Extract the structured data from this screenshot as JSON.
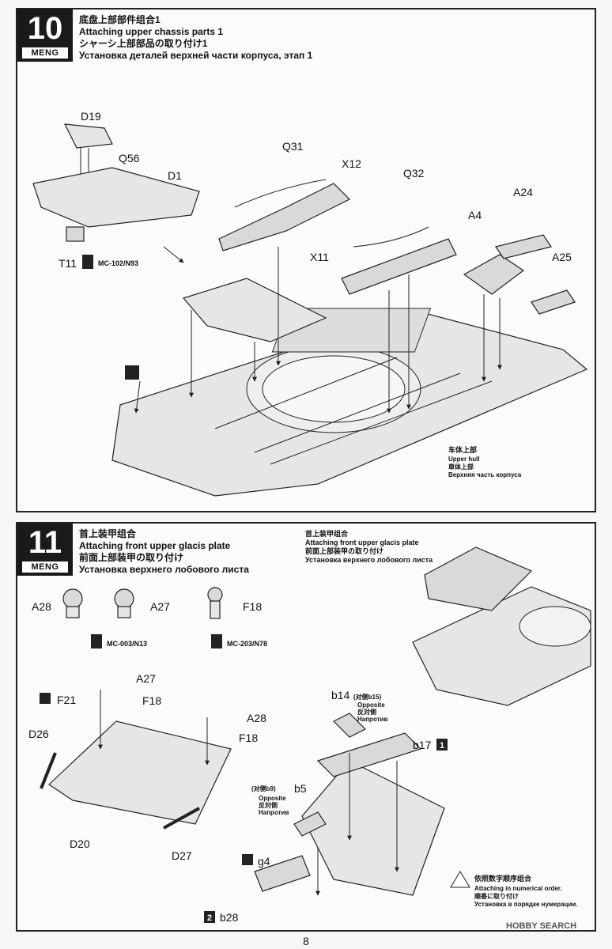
{
  "step10": {
    "number": "10",
    "brand": "MENG",
    "title_cn": "底盘上部部件组合1",
    "title_en": "Attaching upper chassis parts 1",
    "title_jp": "シャーシ上部部品の取り付け1",
    "title_ru": "Установка деталей верхней части корпуса, этап 1",
    "parts": [
      "D19",
      "Q56",
      "D1",
      "T11",
      "Q31",
      "X12",
      "Q32",
      "A24",
      "A4",
      "A25",
      "X11"
    ],
    "paint": "MC-102/N93",
    "hull_cn": "车体上部",
    "hull_en": "Upper hull",
    "hull_jp": "車体上部",
    "hull_ru": "Верхняя часть корпуса"
  },
  "step11": {
    "number": "11",
    "brand": "MENG",
    "title_cn": "首上装甲组合",
    "title_en": "Attaching front upper glacis plate",
    "title_jp": "前面上部装甲の取り付け",
    "title_ru": "Установка верхнего лобового листа",
    "sub_cn": "首上装甲组合",
    "sub_en": "Attaching front upper glacis plate",
    "sub_jp": "前面上部装甲の取り付け",
    "sub_ru": "Установка верхнего лобового листа",
    "parts": [
      "A28",
      "A27",
      "F18",
      "A27",
      "F18",
      "F21",
      "A28",
      "F18",
      "D26",
      "D20",
      "D27",
      "b14",
      "b17",
      "b5",
      "g4",
      "b28"
    ],
    "paint_a": "MC-003/N13",
    "paint_b": "MC-203/N78",
    "opposite_b15_cn": "(对侧b15)",
    "opposite_b9_cn": "(对侧b9)",
    "opposite_en": "Opposite",
    "opposite_jp": "反対側",
    "opposite_ru": "Напротив",
    "step_b17": "1",
    "step_b28": "2",
    "note_cn": "依照数字顺序组合",
    "note_en": "Attaching in numerical order.",
    "note_jp": "順番に取り付け",
    "note_ru": "Установка в порядке нумерации."
  },
  "page_number": "8",
  "watermark": "HOBBY SEARCH"
}
